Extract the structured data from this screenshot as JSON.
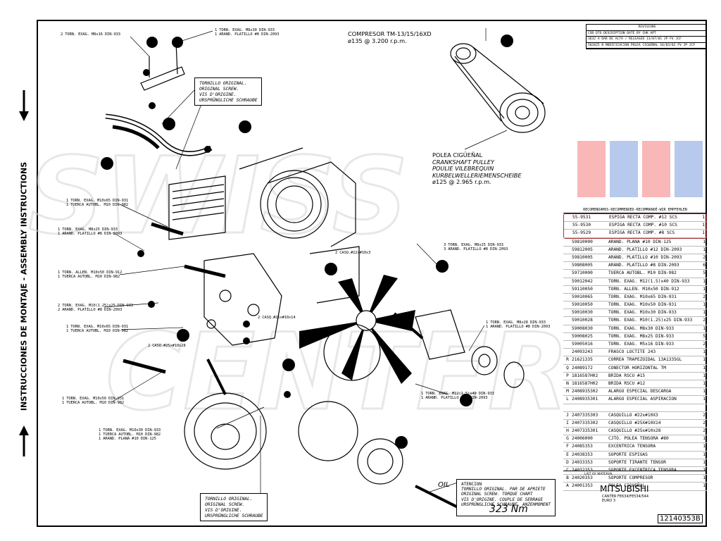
{
  "side_title": "INSTRUCCIONES DE MONTAJE - ASSEMBLY INSTRUCTIONS",
  "compressor": {
    "line1": "COMPRESOR TM-13/15/16XD",
    "line2": "ø135 @ 3.200 r.p.m."
  },
  "pulley": {
    "lines": [
      "POLEA CIGÜEÑAL",
      "CRANKSHAFT PULLEY",
      "POULIE VILEBREQUIN",
      "KURBELWELLERIEMENSCHEIBE",
      "ø125 @ 2.965 r.p.m."
    ]
  },
  "screw_top": {
    "lines": [
      "TORNILLO ORIGINAL.",
      "ORIGINAL SCREW.",
      "VIS D'ORIGINE.",
      "URSPRÜNGLICHE SCHRAUBE"
    ]
  },
  "screw_bottom": {
    "lines": [
      "TORNILLO ORIGINAL.",
      "ORIGINAL SCREW.",
      "VIS D'ORIGINE.",
      "URSPRÜNGLICHE SCHRAUBE"
    ]
  },
  "attention": {
    "title": "ATENCION",
    "lines": [
      "TORNILLO ORIGINAL. PAR DE APRIETE",
      "ORIGINAL SCREW. TORQUE CHART",
      "VIS D'ORIGINE. COUPLE DE SERRAGE",
      "URSPRÜNGLICHE SCHRAUBE. ANZEHMOMENT"
    ],
    "torque": "323 Nm"
  },
  "oil_label": "OIL",
  "callouts": [
    {
      "id": "c1",
      "text": "2 TORN. EXAG. M8x16 DIN-933"
    },
    {
      "id": "c2",
      "text": "1 TORN. EXAG. M8x30 DIN-933\n1 ARAND. PLATILLO #8 DIN-2093"
    },
    {
      "id": "c3",
      "text": "1 TORN. EXAG. M10x65 DIN-931\n1 TUERCA AUTOBL. M10 DIN-982"
    },
    {
      "id": "c4",
      "text": "1 TORN. EXAG. M8x25 DIN-933\n1 ARAND. PLATILLO #8 DIN-2093"
    },
    {
      "id": "c5",
      "text": "1 TORN. ALLEN. M10x50 DIN-912\n1 TUERCA AUTOBL. M10 DIN-982"
    },
    {
      "id": "c6",
      "text": "2 TORN. EXAG. M10(1.25)x25 DIN-933\n2 ARAND. PLATILLO #8 DIN-2093"
    },
    {
      "id": "c7",
      "text": "1 TORN. EXAG. M10x65 DIN-931\n1 TUERCA AUTOBL. M10 DIN-982"
    },
    {
      "id": "c8",
      "text": "2 CASQ.#25x#10x28"
    },
    {
      "id": "c9",
      "text": "1 TORN. EXAG. M10x50 DIN-931\n1 TUERCA AUTOBL. M10 DIN-982"
    },
    {
      "id": "c10",
      "text": "1 TORN. EXAG. M10x30 DIN-933\n1 TUERCA AUTOBL. M10 DIN-982\n1 ARAND. PLANA #10 DIN-125"
    },
    {
      "id": "c11",
      "text": "2 CASQ.#22x#10x3"
    },
    {
      "id": "c12",
      "text": "3 TORN. EXAG. M8x25 DIN-933\n3 ARAND. PLATILLO #8 DIN-2093"
    },
    {
      "id": "c13",
      "text": "2 CASQ.#25x#10x14"
    },
    {
      "id": "c14",
      "text": "1 TORN. EXAG. M8x28 DIN-933\n1 ARAND. PLATILLO #8 DIN-2093"
    },
    {
      "id": "c15",
      "text": "1 TORN. EXAG. M12(1.5)x40 DIN-933\n1 ARAND. PLATILLO #12 DIN-2093"
    }
  ],
  "bom": {
    "header": "RECOMENDAMOS-RECOMMENDED-RECOMMANDÉ-WIR EMPFEHLEN",
    "recommended": [
      {
        "code": "55-9531",
        "desc": "ESPIGA RECTA COMP. #12 SCS",
        "qty": "1"
      },
      {
        "code": "55-9530",
        "desc": "ESPIGA RECTA COMP. #10 SCS",
        "qty": "1"
      },
      {
        "code": "55-9529",
        "desc": "ESPIGA RECTA COMP. #8 SCS",
        "qty": "1"
      }
    ],
    "rows": [
      {
        "let": "",
        "code": "59810000",
        "desc": "ARAND. PLANA #10 DIN-125",
        "qty": "1"
      },
      {
        "let": "",
        "code": "59812005",
        "desc": "ARAND. PLATILLO #12 DIN-2093",
        "qty": "1"
      },
      {
        "let": "",
        "code": "59810005",
        "desc": "ARAND. PLATILLO #10 DIN-2093",
        "qty": "2"
      },
      {
        "let": "",
        "code": "59808005",
        "desc": "ARAND. PLATILLO #8 DIN-2093",
        "qty": "6"
      },
      {
        "let": "",
        "code": "59710000",
        "desc": "TUERCA AUTOBL. M10 DIN-982",
        "qty": "5"
      },
      {
        "let": "",
        "code": "59012042",
        "desc": "TORN. EXAG. M12(1.5)x40 DIN-933",
        "qty": "1"
      },
      {
        "let": "",
        "code": "59110050",
        "desc": "TORN. ALLEN. M10x50 DIN-912",
        "qty": "1"
      },
      {
        "let": "",
        "code": "59010065",
        "desc": "TORN. EXAG. M10x65 DIN-931",
        "qty": "2"
      },
      {
        "let": "",
        "code": "59010050",
        "desc": "TORN. EXAG. M10x50 DIN-931",
        "qty": "1"
      },
      {
        "let": "",
        "code": "59010030",
        "desc": "TORN. EXAG. M10x30 DIN-933",
        "qty": "1"
      },
      {
        "let": "",
        "code": "59010028",
        "desc": "TORN. EXAG. M10(1.25)x25 DIN-933",
        "qty": "2"
      },
      {
        "let": "",
        "code": "59008030",
        "desc": "TORN. EXAG. M8x30 DIN-933",
        "qty": "1"
      },
      {
        "let": "",
        "code": "59008025",
        "desc": "TORN. EXAG. M8x25 DIN-933",
        "qty": "5"
      },
      {
        "let": "",
        "code": "59005016",
        "desc": "TORN. EXAG. M5x16 DIN-933",
        "qty": "2"
      },
      {
        "let": "",
        "code": "24093243",
        "desc": "FRASCO LOCTITE 243",
        "qty": "1"
      },
      {
        "let": "R",
        "code": "21621335",
        "desc": "CORREA TRAPEZOIDAL 13A1335GL",
        "qty": "1"
      },
      {
        "let": "Q",
        "code": "24089172",
        "desc": "CONECTOR HORIZONTAL TM",
        "qty": "1"
      },
      {
        "let": "P",
        "code": "1816587H02",
        "desc": "BRIDA RSCU #15",
        "qty": "1"
      },
      {
        "let": "N",
        "code": "1816587H02",
        "desc": "BRIDA RSCU #12",
        "qty": "1"
      },
      {
        "let": "M",
        "code": "2408935302",
        "desc": "ALARGO ESPECIAL DESCARGA",
        "qty": "1"
      },
      {
        "let": "L",
        "code": "2408935301",
        "desc": "ALARGO ESPECIAL ASPIRACION",
        "qty": "1"
      },
      {
        "let": "",
        "code": "",
        "desc": "",
        "qty": ""
      },
      {
        "let": "J",
        "code": "2407335303",
        "desc": "CASQUILLO #22x#10X3",
        "qty": "2"
      },
      {
        "let": "I",
        "code": "2407335302",
        "desc": "CASQUILLO #25X#10X14",
        "qty": "2"
      },
      {
        "let": "H",
        "code": "2407335301",
        "desc": "CASQUILLO #25x#10x28",
        "qty": "2"
      },
      {
        "let": "G",
        "code": "24006000",
        "desc": "CJTO. POLEA TENSORA #80",
        "qty": "1"
      },
      {
        "let": "F",
        "code": "24085353",
        "desc": "EXCENTRICA TENSORA",
        "qty": "1"
      },
      {
        "let": "E",
        "code": "24038353",
        "desc": "SOPORTE ESPIGAS",
        "qty": "1"
      },
      {
        "let": "D",
        "code": "24033353",
        "desc": "SOPORTE TIRANTE TENSOR",
        "qty": "1"
      },
      {
        "let": "C",
        "code": "24032353",
        "desc": "SOPORTE EXCENTRICA TENSORA",
        "qty": "1"
      },
      {
        "let": "B",
        "code": "24020353",
        "desc": "SOPORTE COMPRESOR",
        "qty": "1"
      },
      {
        "let": "A",
        "code": "24001353",
        "desc": "POLEA CIGUEÑAL",
        "qty": "1"
      }
    ]
  },
  "revisions": {
    "title": "REVISIONS",
    "rows": [
      "COD DTO DESCRIPTION DATE BY CHK APT",
      "3632 A DAR DE ALTA / RELEASED 13/07/01 JP FV JCF",
      "501825 B MODIFICACION POLEA CIGUEÑAL 16/03/02 FV JP JCF"
    ]
  },
  "title_block": {
    "brand": "MITSUBISHI",
    "model": "CANTER FE634/FE534/544\nEURO 3",
    "list": "LIST OF MATERIAL",
    "doc_number": "12140353B"
  },
  "colors": {
    "line": "#000000",
    "accent_box": "#aa3333",
    "watermark": "#cfcfcf"
  }
}
